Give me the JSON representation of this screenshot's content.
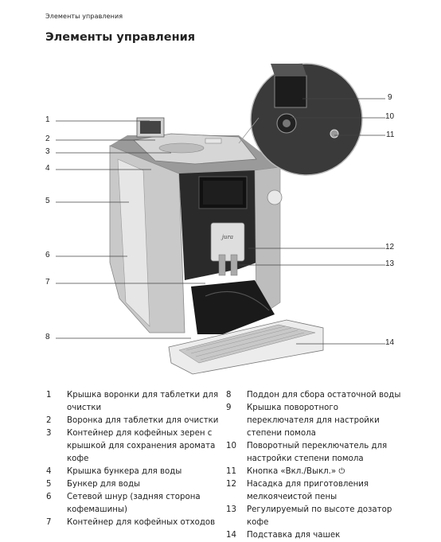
{
  "header": {
    "running_title": "Элементы управления"
  },
  "page": {
    "title": "Элементы управления"
  },
  "figure": {
    "brand_mark": "jura",
    "callouts": [
      "1",
      "2",
      "3",
      "4",
      "5",
      "6",
      "7",
      "8",
      "9",
      "10",
      "11",
      "12",
      "13",
      "14"
    ]
  },
  "legend": {
    "left": [
      {
        "num": "1",
        "text": "Крышка воронки для таблетки для очистки"
      },
      {
        "num": "2",
        "text": "Воронка для таблетки для очистки"
      },
      {
        "num": "3",
        "text": "Контейнер для кофейных зерен с крышкой для сохранения аромата кофе"
      },
      {
        "num": "4",
        "text": "Крышка бункера для воды"
      },
      {
        "num": "5",
        "text": "Бункер для воды"
      },
      {
        "num": "6",
        "text": "Сетевой шнур (задняя сторона кофемашины)"
      },
      {
        "num": "7",
        "text": "Контейнер для кофейных отходов"
      }
    ],
    "right": [
      {
        "num": "8",
        "text": "Поддон для сбора остаточной воды"
      },
      {
        "num": "9",
        "text": "Крышка поворотного переключателя для настройки степени помола"
      },
      {
        "num": "10",
        "text": "Поворотный переключатель для настройки степени помола"
      },
      {
        "num": "11",
        "text": "Кнопка «Вкл./Выкл.» ⏻"
      },
      {
        "num": "12",
        "text": "Насадка для приготовления мелкоячеистой пены"
      },
      {
        "num": "13",
        "text": "Регулируемый по высоте дозатор кофе"
      },
      {
        "num": "14",
        "text": "Подставка для чашек"
      }
    ]
  }
}
